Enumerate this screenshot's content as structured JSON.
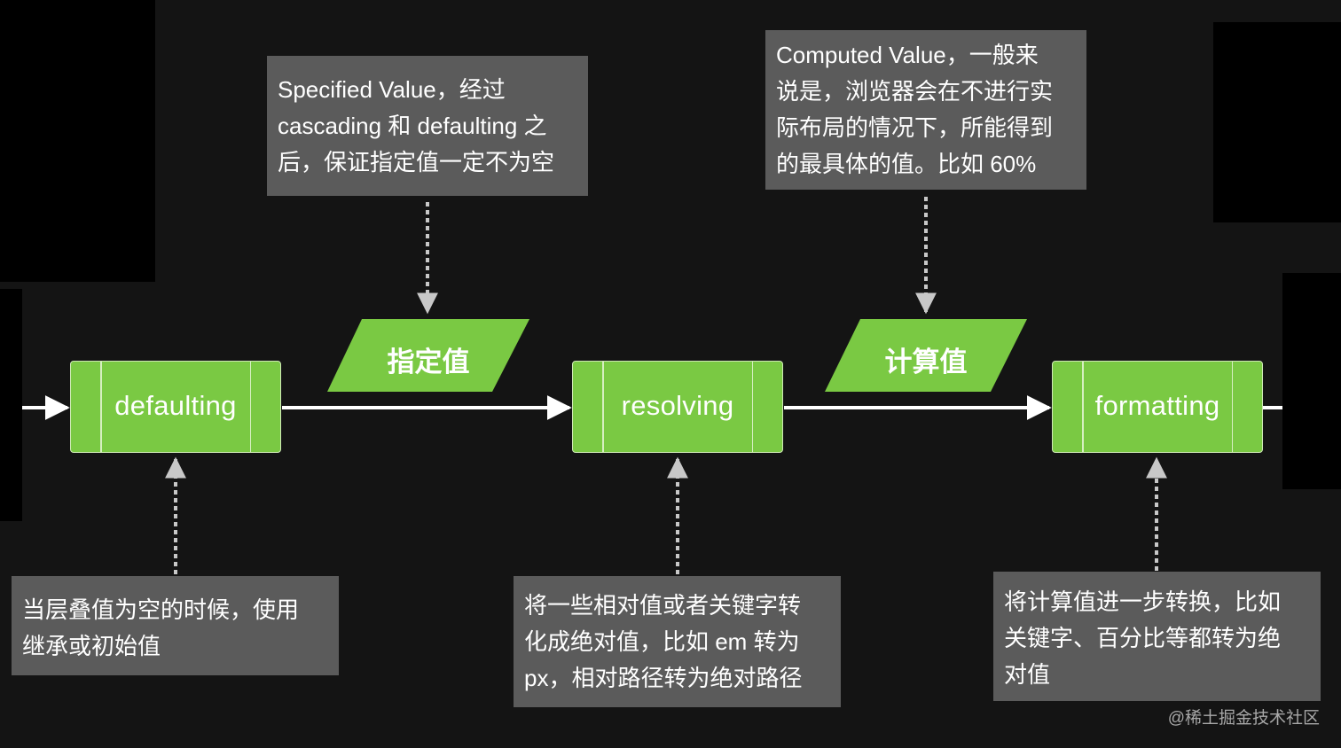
{
  "processes": [
    {
      "id": "defaulting",
      "label": "defaulting"
    },
    {
      "id": "resolving",
      "label": "resolving"
    },
    {
      "id": "formatting",
      "label": "formatting"
    }
  ],
  "outputs": [
    {
      "id": "specified",
      "label": "指定值"
    },
    {
      "id": "computed",
      "label": "计算值"
    }
  ],
  "notes": {
    "specified": [
      "Specified Value，经过",
      "cascading 和 defaulting 之",
      "后，保证指定值一定不为空"
    ],
    "computed": [
      "Computed Value，一般来",
      "说是，浏览器会在不进行实",
      "际布局的情况下，所能得到",
      "的最具体的值。比如 60%"
    ],
    "defaulting": [
      "当层叠值为空的时候，使用",
      "继承或初始值"
    ],
    "resolving": [
      "将一些相对值或者关键字转",
      "化成绝对值，比如 em 转为",
      "px，相对路径转为绝对路径"
    ],
    "formatting": [
      "将计算值进一步转换，比如",
      "关键字、百分比等都转为绝",
      "对值"
    ]
  },
  "watermark": "@稀土掘金技术社区",
  "colors": {
    "background": "#141414",
    "process_fill": "#7ac943",
    "note_fill": "#5b5b5b",
    "arrow": "#ffffff",
    "dashed": "#cccccc"
  }
}
